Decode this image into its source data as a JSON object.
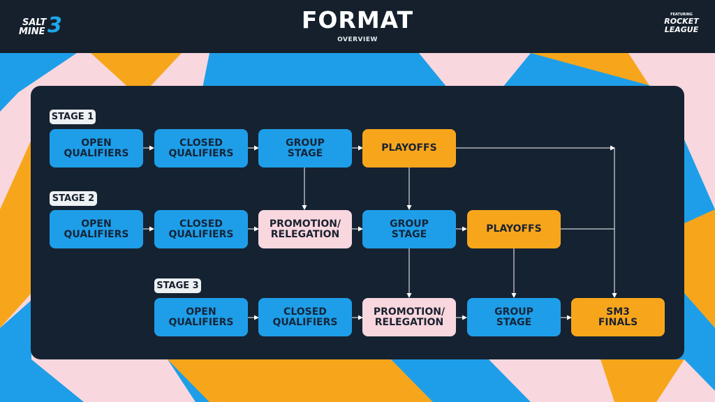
{
  "header": {
    "title": "FORMAT",
    "subtitle": "OVERVIEW",
    "logo_left": {
      "line1": "SALT",
      "line2": "MINE",
      "number": "3"
    },
    "logo_right": {
      "featuring": "FEATURING",
      "line1": "ROCKET",
      "line2": "LEAGUE"
    }
  },
  "colors": {
    "background": "#13202e",
    "panel": "#152231",
    "blue": "#1e9ee8",
    "orange": "#f7a61c",
    "pink": "#f9d7df",
    "connector": "#ffffff"
  },
  "stages": [
    {
      "label": "STAGE 1"
    },
    {
      "label": "STAGE 2"
    },
    {
      "label": "STAGE 3"
    }
  ],
  "nodes": {
    "s1_open": "OPEN\nQUALIFIERS",
    "s1_closed": "CLOSED\nQUALIFIERS",
    "s1_group": "GROUP\nSTAGE",
    "s1_playoffs": "PLAYOFFS",
    "s2_open": "OPEN\nQUALIFIERS",
    "s2_closed": "CLOSED\nQUALIFIERS",
    "s2_promo": "PROMOTION/\nRELEGATION",
    "s2_group": "GROUP\nSTAGE",
    "s2_playoffs": "PLAYOFFS",
    "s3_open": "OPEN\nQUALIFIERS",
    "s3_closed": "CLOSED\nQUALIFIERS",
    "s3_promo": "PROMOTION/\nRELEGATION",
    "s3_group": "GROUP\nSTAGE",
    "finals": "SM3\nFINALS"
  }
}
